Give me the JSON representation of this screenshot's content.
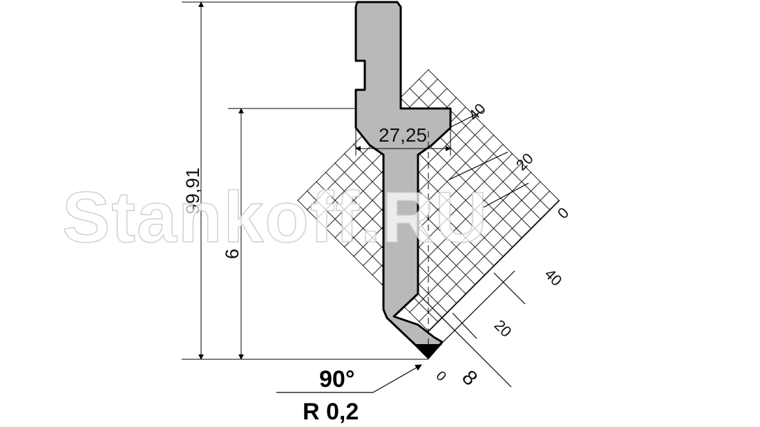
{
  "dimensions": {
    "total_height": "99,91",
    "working_height": "6",
    "width": "27,25",
    "angle": "90°",
    "radius": "R 0,2",
    "offset": "8",
    "grid_origin": "0"
  },
  "grid_scale": {
    "upper_right": [
      "40",
      "20",
      "0"
    ],
    "lower_right": [
      "40",
      "20"
    ]
  },
  "watermark": "Stankoff.RU",
  "colors": {
    "tool_fill": "#b9b9b9",
    "line": "#000000",
    "grid_line": "#222222"
  }
}
